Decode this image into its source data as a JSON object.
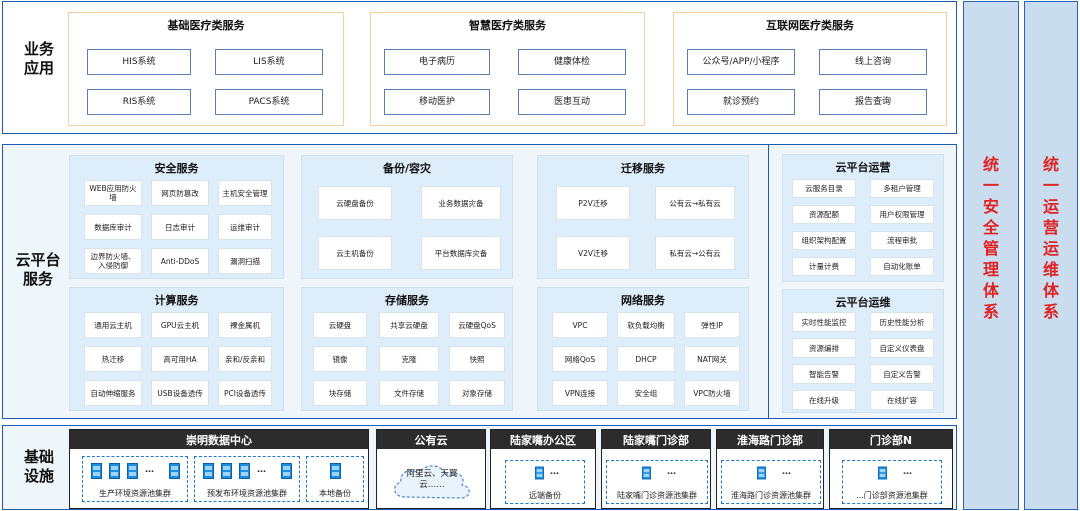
{
  "layers": {
    "business": "业务\n应用",
    "cloud": "云平台\n服务",
    "infra": "基础\n设施"
  },
  "business": {
    "basic": {
      "title": "基础医疗类服务",
      "items": [
        "HIS系统",
        "LIS系统",
        "RIS系统",
        "PACS系统"
      ]
    },
    "smart": {
      "title": "智慧医疗类服务",
      "items": [
        "电子病历",
        "健康体检",
        "移动医护",
        "医患互动"
      ]
    },
    "internet": {
      "title": "互联网医疗类服务",
      "items": [
        "公众号/APP/小程序",
        "线上咨询",
        "就诊预约",
        "报告查询"
      ]
    }
  },
  "cloud": {
    "security": {
      "title": "安全服务",
      "items": [
        "WEB应用防火墙",
        "网页防篡改",
        "主机安全管理",
        "数据库审计",
        "日志审计",
        "运维审计",
        "边界防火墙、入侵防御",
        "Anti-DDoS",
        "漏洞扫描"
      ]
    },
    "backup": {
      "title": "备份/容灾",
      "items": [
        "云硬盘备份",
        "业务数据灾备",
        "云主机备份",
        "平台数据库灾备"
      ]
    },
    "migration": {
      "title": "迁移服务",
      "items": [
        "P2V迁移",
        "公有云→私有云",
        "V2V迁移",
        "私有云→公有云"
      ]
    },
    "compute": {
      "title": "计算服务",
      "items": [
        "通用云主机",
        "GPU云主机",
        "裸金属机",
        "热迁移",
        "高可用HA",
        "亲和/反亲和",
        "自动伸缩服务",
        "USB设备透传",
        "PCI设备透传"
      ]
    },
    "storage": {
      "title": "存储服务",
      "items": [
        "云硬盘",
        "共享云硬盘",
        "云硬盘QoS",
        "镜像",
        "克隆",
        "快照",
        "块存储",
        "文件存储",
        "对象存储"
      ]
    },
    "network": {
      "title": "网络服务",
      "items": [
        "VPC",
        "软负载均衡",
        "弹性IP",
        "网络QoS",
        "DHCP",
        "NAT网关",
        "VPN连接",
        "安全组",
        "VPC防火墙"
      ]
    },
    "ops_platform": {
      "title": "云平台运营",
      "items": [
        "云服务目录",
        "多租户管理",
        "资源配额",
        "用户权限管理",
        "组织架构配置",
        "流程审批",
        "计量计费",
        "自动化账单"
      ]
    },
    "maint_platform": {
      "title": "云平台运维",
      "items": [
        "实时性能监控",
        "历史性能分析",
        "资源编排",
        "自定义仪表盘",
        "智能告警",
        "自定义告警",
        "在线升级",
        "在线扩容"
      ]
    }
  },
  "infra": {
    "chongming": {
      "title": "崇明数据中心",
      "pools": [
        "生产环境资源池集群",
        "预发布环境资源池集群",
        "本地备份"
      ]
    },
    "public": {
      "title": "公有云",
      "text": "阿里云、天翼云……"
    },
    "lujiazui_office": {
      "title": "陆家嘴办公区",
      "pool": "远端备份"
    },
    "lujiazui_clinic": {
      "title": "陆家嘴门诊部",
      "pool": "陆家嘴门诊资源池集群"
    },
    "huaihai": {
      "title": "淮海路门诊部",
      "pool": "淮海路门诊资源池集群"
    },
    "clinic_n": {
      "title": "门诊部N",
      "pool": "...门诊部资源池集群"
    },
    "dots": "…"
  },
  "side": {
    "security_mgmt": [
      "统",
      "一",
      "安",
      "全",
      "管",
      "理",
      "体",
      "系"
    ],
    "ops_mgmt": [
      "统",
      "一",
      "运",
      "营",
      "运",
      "维",
      "体",
      "系"
    ]
  },
  "colors": {
    "frame": "#1d59b5",
    "panel": "#eef6fc",
    "group_blue": "#ddeefa",
    "accent_red": "#e02222",
    "orange_border": "#f6cfa0"
  }
}
